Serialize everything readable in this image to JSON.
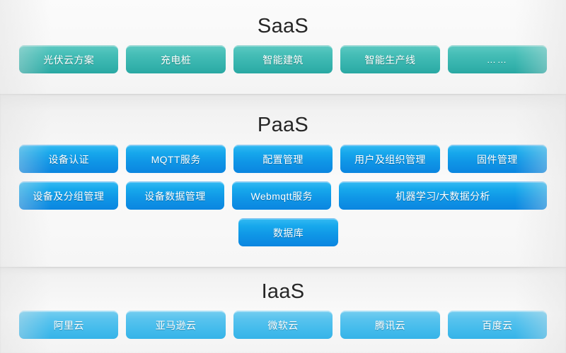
{
  "sections": [
    {
      "id": "saas",
      "title": "SaaS",
      "color": "#34b2ac",
      "rows": [
        {
          "items": [
            {
              "label": "光伏云方案"
            },
            {
              "label": "充电桩"
            },
            {
              "label": "智能建筑"
            },
            {
              "label": "智能生产线"
            },
            {
              "label": "……"
            }
          ]
        }
      ]
    },
    {
      "id": "paas",
      "title": "PaaS",
      "color": "#0f95e6",
      "rows": [
        {
          "items": [
            {
              "label": "设备认证"
            },
            {
              "label": "MQTT服务"
            },
            {
              "label": "配置管理"
            },
            {
              "label": "用户及组织管理"
            },
            {
              "label": "固件管理"
            }
          ]
        },
        {
          "items": [
            {
              "label": "设备及分组管理"
            },
            {
              "label": "设备数据管理"
            },
            {
              "label": "Webmqtt服务"
            },
            {
              "label": "机器学习/大数据分析"
            }
          ]
        },
        {
          "items": [
            {
              "label": "数据库"
            }
          ]
        }
      ]
    },
    {
      "id": "iaas",
      "title": "IaaS",
      "color": "#45bcec",
      "rows": [
        {
          "items": [
            {
              "label": "阿里云"
            },
            {
              "label": "亚马逊云"
            },
            {
              "label": "微软云"
            },
            {
              "label": "腾讯云"
            },
            {
              "label": "百度云"
            }
          ]
        }
      ]
    }
  ]
}
